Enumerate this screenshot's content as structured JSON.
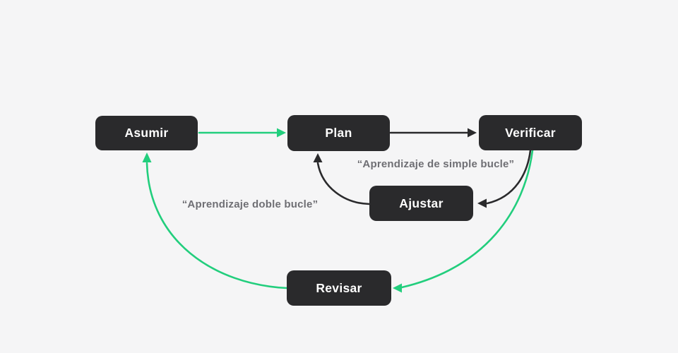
{
  "diagram": {
    "title": "PDCA learning loop (Spanish)",
    "nodes": {
      "asumir": {
        "label": "Asumir"
      },
      "plan": {
        "label": "Plan"
      },
      "verificar": {
        "label": "Verificar"
      },
      "ajustar": {
        "label": "Ajustar"
      },
      "revisar": {
        "label": "Revisar"
      }
    },
    "annotations": {
      "simple_loop": "“Aprendizaje de simple bucle”",
      "double_loop": "“Aprendizaje doble bucle”"
    },
    "edges": [
      {
        "from": "Asumir",
        "to": "Plan",
        "color": "green",
        "style": "straight"
      },
      {
        "from": "Plan",
        "to": "Verificar",
        "color": "dark",
        "style": "straight"
      },
      {
        "from": "Verificar",
        "to": "Ajustar",
        "color": "dark",
        "style": "curved"
      },
      {
        "from": "Ajustar",
        "to": "Plan",
        "color": "dark",
        "style": "curved"
      },
      {
        "from": "Verificar",
        "to": "Revisar",
        "color": "green",
        "style": "curved"
      },
      {
        "from": "Revisar",
        "to": "Asumir",
        "color": "green",
        "style": "curved"
      }
    ],
    "colors": {
      "background": "#f5f5f6",
      "node_bg": "#2a2a2c",
      "node_text": "#ffffff",
      "green": "#22ce7d",
      "dark": "#2a2a2c",
      "annotation_text": "#6f6f74"
    }
  }
}
